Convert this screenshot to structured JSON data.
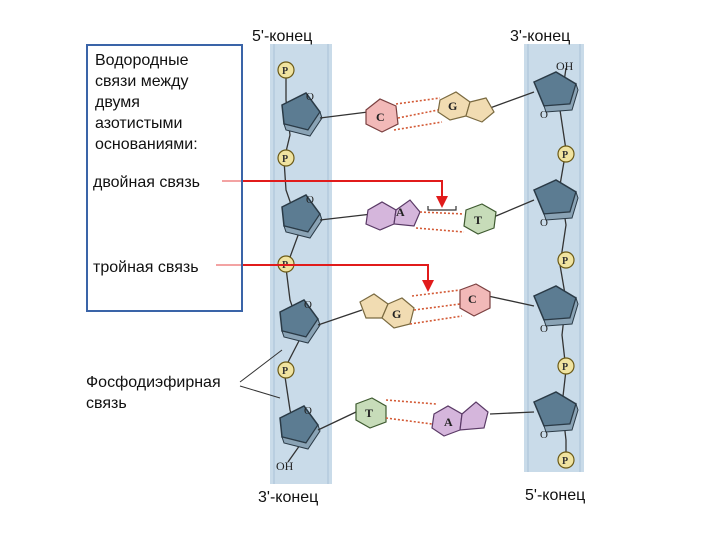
{
  "labels": {
    "left_top_end": "5'-конец",
    "right_top_end": "3'-конец",
    "left_bottom_end": "3'-конец",
    "right_bottom_end": "5'-конец",
    "hydrogen_bonds_title": "Водородные\nсвязи между\nдвумя\nазотистыми\nоснованиями:",
    "double_bond": "двойная связь",
    "triple_bond": "тройная связь",
    "phosphodiester_bond": "Фосфодиэфирная\nсвязь"
  },
  "glyphs": {
    "phosphate": "P",
    "ring_oxygen": "O",
    "hydroxyl": "OH"
  },
  "base_pairs": [
    {
      "left": "C",
      "right": "G",
      "hydrogen_bonds": 3
    },
    {
      "left": "A",
      "right": "T",
      "hydrogen_bonds": 2
    },
    {
      "left": "G",
      "right": "C",
      "hydrogen_bonds": 3
    },
    {
      "left": "T",
      "right": "A",
      "hydrogen_bonds": 2
    }
  ],
  "colors": {
    "backbone_band": "#c9dbe9",
    "sugar": "#5c7c92",
    "phosphate": "#f0e3a0",
    "base_A": "#d5b6dc",
    "base_T": "#c7dcb9",
    "base_G": "#f1dcb2",
    "base_C": "#f2b9b8",
    "hbond": "#d35a36",
    "arrow": "#e11b1b",
    "caption_border": "#3a64a8"
  }
}
